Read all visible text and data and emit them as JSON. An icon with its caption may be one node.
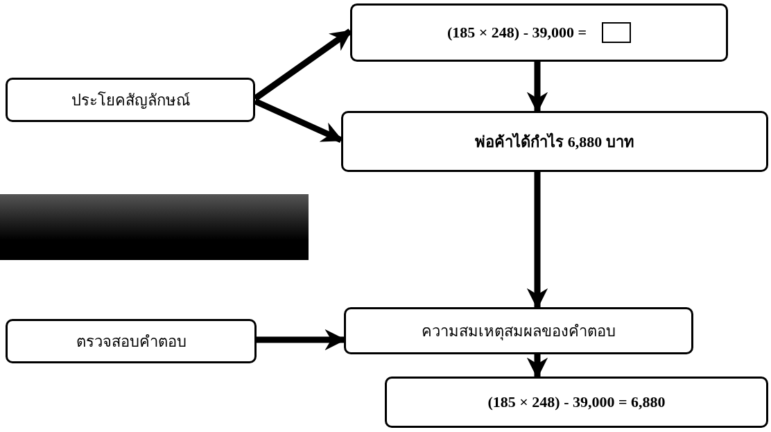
{
  "diagram": {
    "nodes": [
      {
        "text": [
          "ประโยคสัญลักษณ์"
        ]
      },
      {
        "text": [
          "(185 × 248) - 39,000 ="
        ]
      },
      {
        "text": [
          "พ่อค้าได้กำไร  6,880 บาท"
        ]
      },
      {
        "text": [],
        "shape": "bar"
      },
      {
        "text": [
          "ตรวจสอบคำตอบ"
        ]
      },
      {
        "text": [
          "ความสมเหตุสมผลของคำตอบ"
        ]
      },
      {
        "text": [
          "(185 × 248) - 39,000 = 6,880"
        ]
      }
    ],
    "edges": [
      {
        "from": 0,
        "to": 1,
        "arrow": "to"
      },
      {
        "from": 0,
        "to": 2,
        "arrow": "to"
      },
      {
        "from": 1,
        "to": 2,
        "arrow": "to"
      },
      {
        "from": 2,
        "to": 5,
        "arrow": "to"
      },
      {
        "from": 4,
        "to": 5,
        "arrow": "to"
      },
      {
        "from": 5,
        "to": 6,
        "arrow": "to"
      }
    ]
  }
}
